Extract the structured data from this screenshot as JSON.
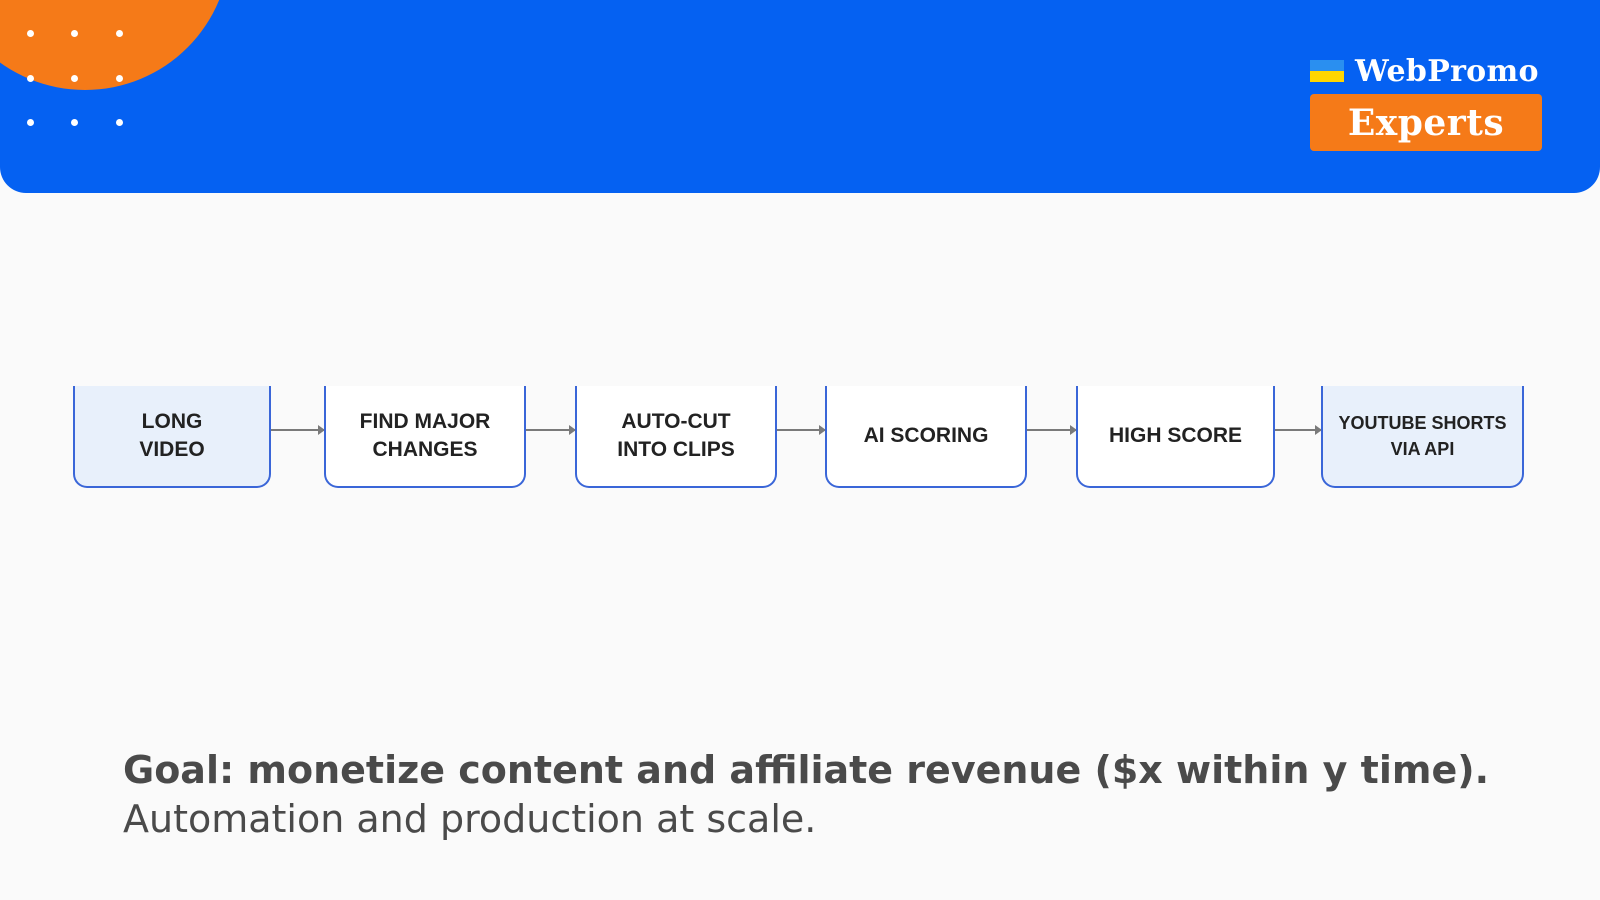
{
  "brand": {
    "name": "WebPromo",
    "badge": "Experts"
  },
  "diagram": {
    "steps": [
      {
        "label": "LONG\nVIDEO"
      },
      {
        "label": "FIND MAJOR\nCHANGES"
      },
      {
        "label": "AUTO-CUT\nINTO CLIPS"
      },
      {
        "label": "AI SCORING"
      },
      {
        "label": "HIGH SCORE"
      },
      {
        "label": "YOUTUBE SHORTS\nVIA API"
      }
    ]
  },
  "caption": {
    "goal": "Goal: monetize content and affiliate revenue ($x within y time).",
    "subtitle": "Automation and production at scale."
  },
  "colors": {
    "banner": "#0561f2",
    "accent": "#f57a18",
    "node_border": "#3a66d8",
    "node_tint": "#e8f0fb"
  }
}
